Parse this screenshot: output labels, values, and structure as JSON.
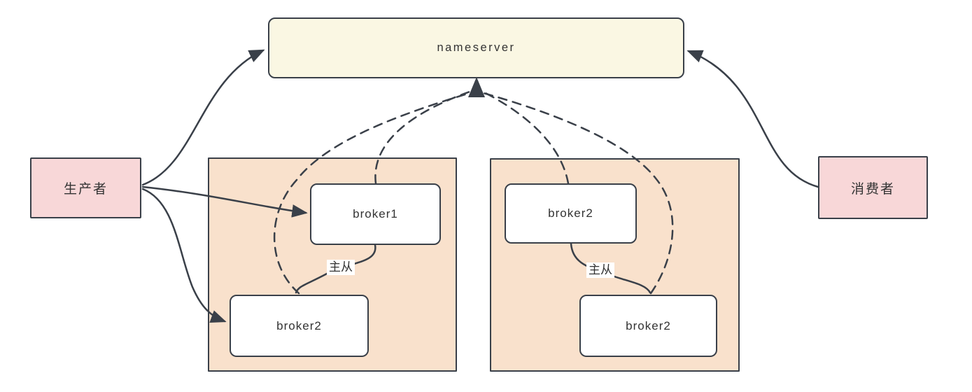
{
  "diagram": {
    "type": "architecture-diagram",
    "nodes": {
      "nameserver": {
        "label": "nameserver"
      },
      "producer": {
        "label": "生产者"
      },
      "consumer": {
        "label": "消费者"
      },
      "cluster_left": {
        "label": ""
      },
      "cluster_right": {
        "label": ""
      },
      "broker1_left": {
        "label": "broker1"
      },
      "broker2_left": {
        "label": "broker2"
      },
      "broker2_right_top": {
        "label": "broker2"
      },
      "broker2_right_bottom": {
        "label": "broker2"
      }
    },
    "edge_labels": {
      "master_slave_left": "主从",
      "master_slave_right": "主从"
    },
    "edges": [
      {
        "from": "producer",
        "to": "nameserver",
        "style": "solid-arrow"
      },
      {
        "from": "producer",
        "to": "broker1_left",
        "style": "solid-arrow"
      },
      {
        "from": "producer",
        "to": "broker2_left",
        "style": "solid-arrow"
      },
      {
        "from": "consumer",
        "to": "nameserver",
        "style": "solid-arrow"
      },
      {
        "from": "broker1_left",
        "to": "nameserver",
        "style": "dashed-arrow"
      },
      {
        "from": "broker2_left",
        "to": "nameserver",
        "style": "dashed-arrow"
      },
      {
        "from": "broker2_right_top",
        "to": "nameserver",
        "style": "dashed-arrow"
      },
      {
        "from": "broker2_right_bottom",
        "to": "nameserver",
        "style": "dashed-arrow"
      },
      {
        "from": "broker1_left",
        "to": "broker2_left",
        "style": "solid",
        "label": "主从"
      },
      {
        "from": "broker2_right_top",
        "to": "broker2_right_bottom",
        "style": "solid",
        "label": "主从"
      }
    ],
    "colors": {
      "stroke": "#3A4049",
      "nameserver_fill": "#FAF7E3",
      "cluster_fill": "#F9E1CC",
      "client_fill": "#F8D7D8",
      "broker_fill": "#FFFFFF",
      "text": "#333333",
      "canvas_bg": "#FFFFFF"
    }
  }
}
